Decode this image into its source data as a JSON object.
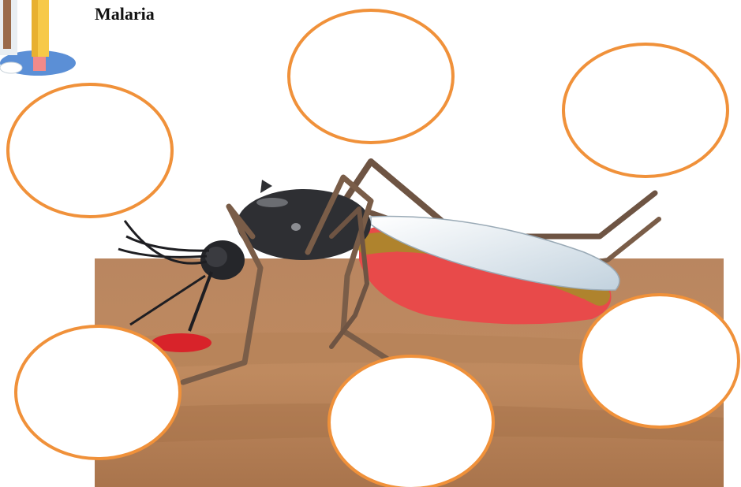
{
  "title": "Malaria",
  "colors": {
    "skin": "#b9835a",
    "skin_dark": "#8a5a38",
    "mosquito_body": "#2e2f33",
    "mosquito_leg": "#7a5d48",
    "abdomen_red": "#e84a4a",
    "abdomen_spots": "#a98a2a",
    "wing": "#d6e2ea",
    "blood": "#d8232a",
    "oval_border": "#f0913a",
    "pencil": "#f7c948",
    "floor_shadow": "#5b8fd6"
  },
  "icons": [
    "mosquito-illustration",
    "doctor-illustration",
    "pencil-icon"
  ],
  "label_ovals": [
    {
      "id": "top-center",
      "text": ""
    },
    {
      "id": "top-right",
      "text": ""
    },
    {
      "id": "upper-left",
      "text": ""
    },
    {
      "id": "bottom-left",
      "text": ""
    },
    {
      "id": "bottom-center",
      "text": ""
    },
    {
      "id": "bottom-right",
      "text": ""
    }
  ]
}
